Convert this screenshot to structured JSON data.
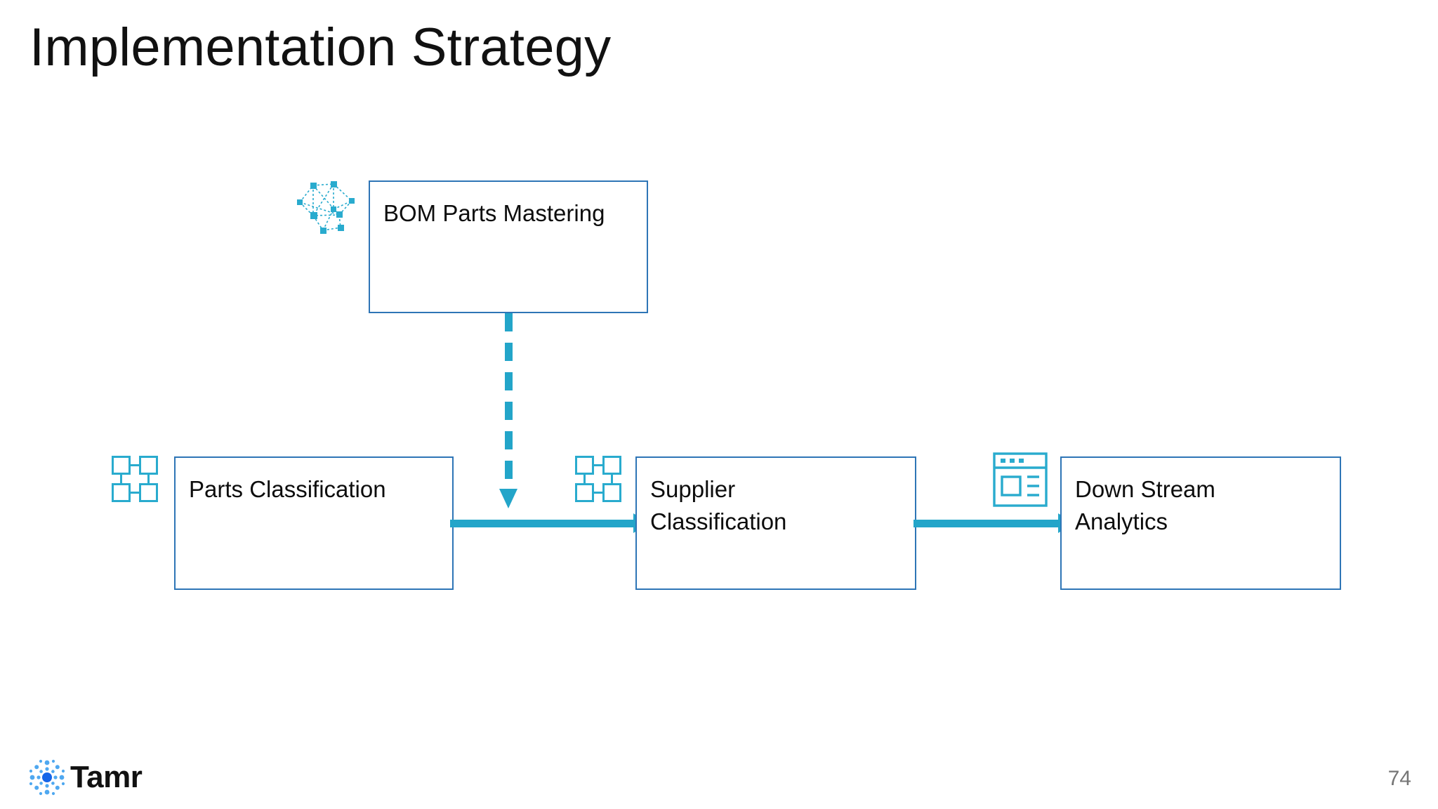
{
  "slide": {
    "title": "Implementation Strategy",
    "page_number": "74",
    "background_color": "#FFFFFF"
  },
  "colors": {
    "box_border": "#2E75B6",
    "connector": "#23A5C9",
    "icon": "#29ABCE",
    "title_text": "#111111",
    "body_text": "#0D0D0D",
    "page_number_text": "#767676",
    "logo_dot_light": "#4FA8F0",
    "logo_dot_dark": "#1565E8"
  },
  "diagram": {
    "boxes": [
      {
        "id": "bom-parts-mastering",
        "label": "BOM Parts Mastering",
        "icon": "network-graph-icon",
        "row": "top"
      },
      {
        "id": "parts-classification",
        "label": "Parts  Classification",
        "icon": "classification-grid-icon",
        "row": "bottom"
      },
      {
        "id": "supplier-classification",
        "label": "Supplier\nClassification",
        "icon": "classification-grid-icon",
        "row": "bottom"
      },
      {
        "id": "down-stream-analytics",
        "label": "Down Stream\nAnalytics",
        "icon": "dashboard-icon",
        "row": "bottom"
      }
    ],
    "connectors": [
      {
        "id": "bom-to-parts-flow",
        "from": "bom-parts-mastering",
        "to": "parts-classification-flow",
        "style": "dashed",
        "direction": "down"
      },
      {
        "id": "parts-to-supplier",
        "from": "parts-classification",
        "to": "supplier-classification",
        "style": "solid",
        "direction": "right"
      },
      {
        "id": "supplier-to-down-stream",
        "from": "supplier-classification",
        "to": "down-stream-analytics",
        "style": "solid",
        "direction": "right"
      }
    ]
  },
  "footer": {
    "logo_text": "Tamr"
  }
}
